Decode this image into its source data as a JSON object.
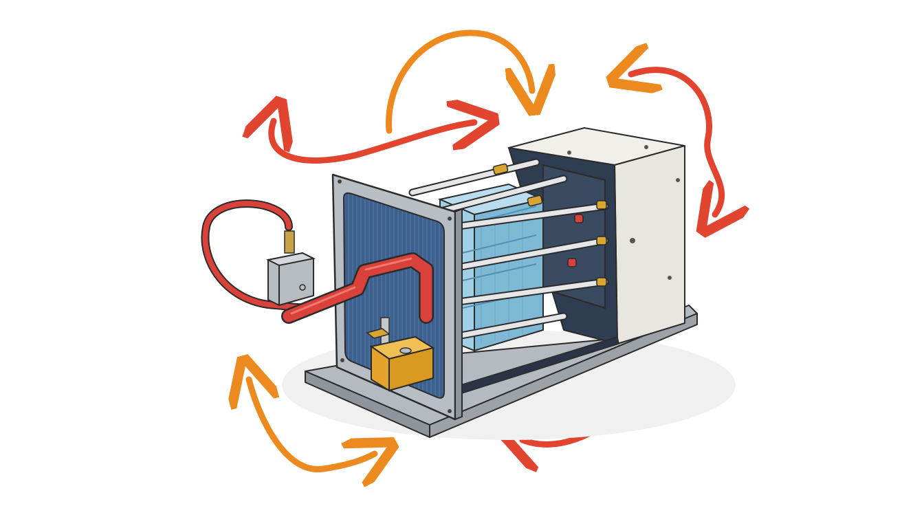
{
  "illustration": {
    "subject": "heat-exchanger-unit-with-airflow-arrows",
    "colors": {
      "background": "#ffffff",
      "outline": "#2b2b2b",
      "frame": "#b9bec4",
      "frame_dark": "#8f959c",
      "box_panel": "#e9e6df",
      "base": "#a9afb6",
      "base_shadow": "#e6e6e6",
      "mesh": "#3c5f8c",
      "mesh_dark": "#2a4468",
      "water_block": "#8fc6e0",
      "water_block_light": "#b9ddee",
      "tube": "#e4e6e8",
      "brass": "#d9a532",
      "pipe_red": "#d9423a",
      "pipe_red_dark": "#a82e28",
      "valve_box": "#b7bcc1",
      "yellow_block": "#e4a329",
      "arrow_orange": "#ec8a1f",
      "arrow_red": "#e2452f"
    },
    "arrows": [
      {
        "name": "arrow-top-orange",
        "color": "arrow_orange"
      },
      {
        "name": "arrow-top-left-red",
        "color": "arrow_red"
      },
      {
        "name": "arrow-right-red",
        "color": "arrow_red"
      },
      {
        "name": "arrow-bottom-left-orange",
        "color": "arrow_orange"
      },
      {
        "name": "arrow-bottom-right-red",
        "color": "arrow_red"
      }
    ]
  }
}
